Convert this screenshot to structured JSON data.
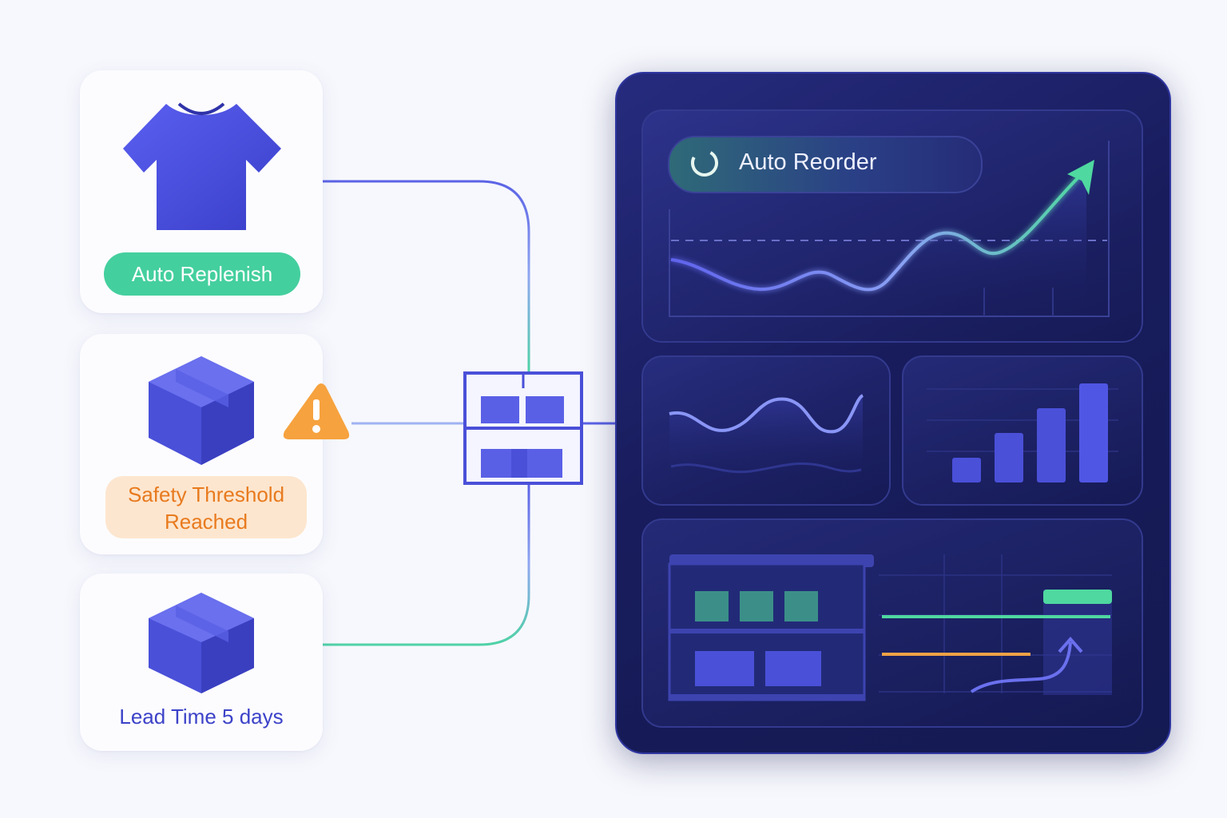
{
  "cards": {
    "product": {
      "icon": "tshirt-icon",
      "badge_label": "Auto Replenish"
    },
    "safety": {
      "icon": "box-icon",
      "alert_icon": "warning-icon",
      "badge_line1": "Safety Threshold",
      "badge_line2": "Reached"
    },
    "lead_time": {
      "icon": "box-icon",
      "label": "Lead Time 5 days"
    }
  },
  "hub": {
    "icon": "warehouse-shelf-icon"
  },
  "dashboard": {
    "reorder_label": "Auto Reorder",
    "reorder_icon": "spinner-icon",
    "trend_icon": "arrow-up-icon",
    "bars_chart": {
      "values": [
        1,
        2,
        3,
        4
      ]
    }
  },
  "colors": {
    "accent_green": "#44cf9e",
    "accent_orange": "#f0a246",
    "accent_indigo": "#4f55e0",
    "panel_bg": "#181c5c",
    "lead_time_text": "#3c42c8"
  }
}
